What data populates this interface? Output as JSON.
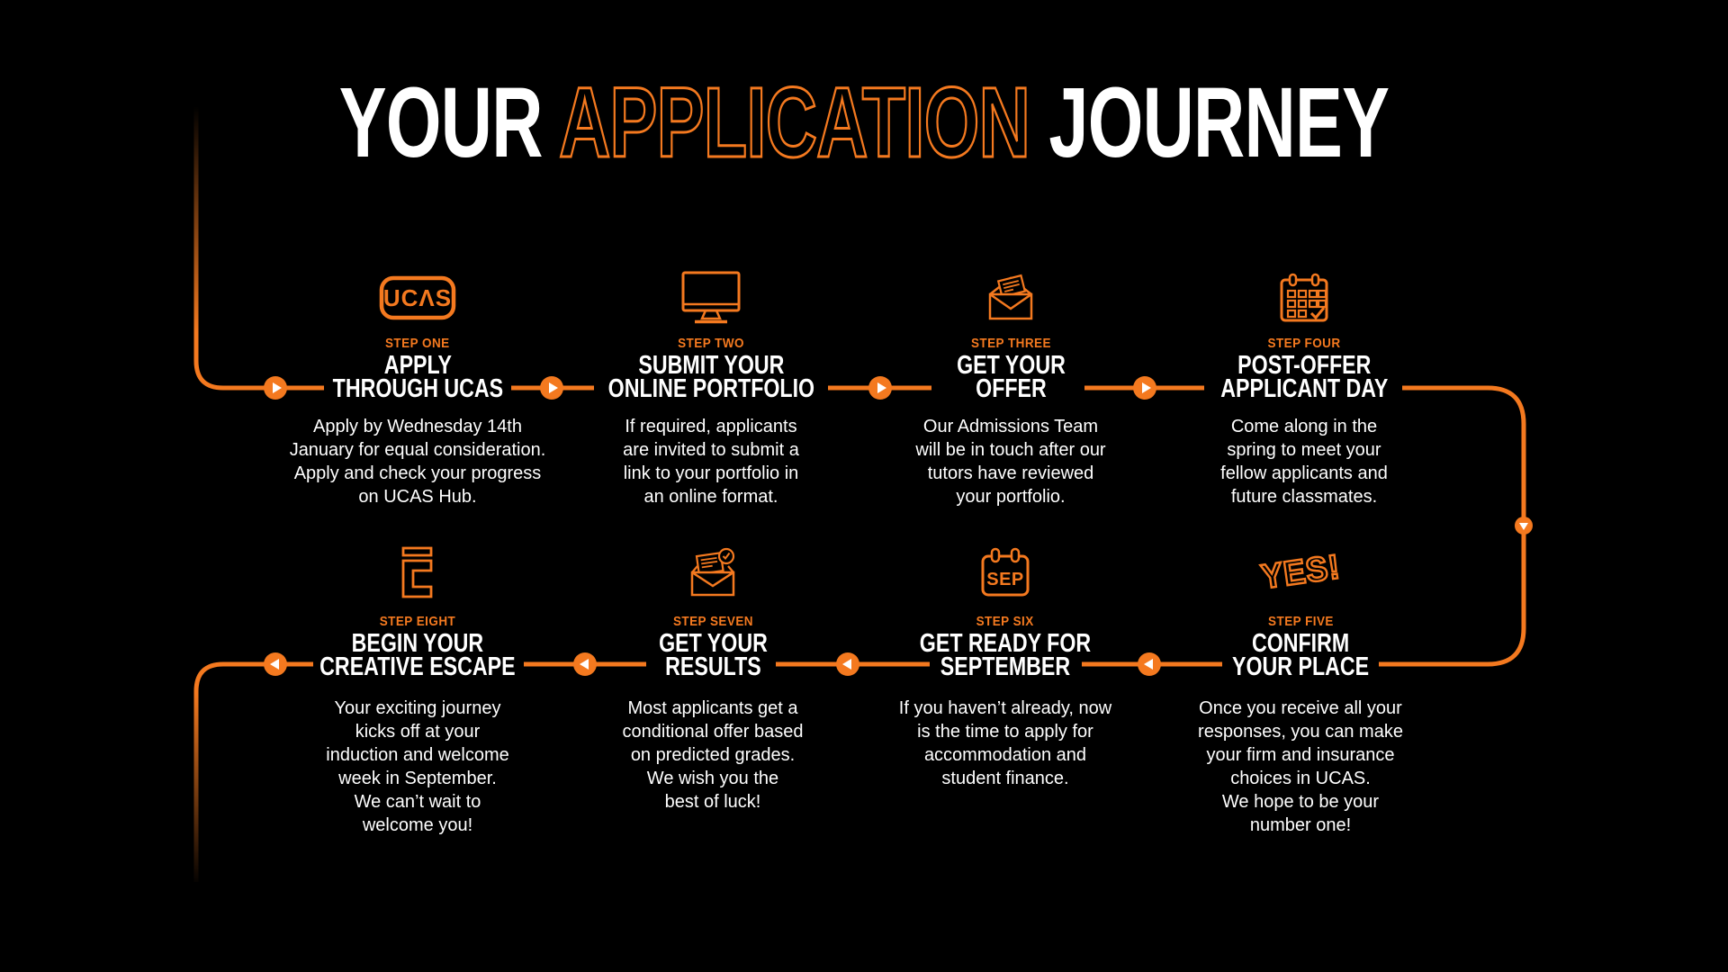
{
  "title": {
    "word1": "YOUR",
    "word2": "APPLICATION",
    "word3": "JOURNEY"
  },
  "colors": {
    "accent": "#F4791F",
    "background": "#000000",
    "text": "#FFFFFF"
  },
  "steps": [
    {
      "label": "STEP ONE",
      "title": "APPLY\nTHROUGH UCAS",
      "description": "Apply by Wednesday 14th\nJanuary for equal consideration.\nApply and check your progress\non UCAS Hub.",
      "icon": "ucas-logo-icon",
      "icon_text": "UCΛS"
    },
    {
      "label": "STEP TWO",
      "title": "SUBMIT YOUR\nONLINE PORTFOLIO",
      "description": "If required, applicants\nare invited to submit a\nlink to your portfolio in\nan online format.",
      "icon": "monitor-icon"
    },
    {
      "label": "STEP THREE",
      "title": "GET YOUR\nOFFER",
      "description": "Our Admissions Team\nwill be in touch after our\ntutors have reviewed\nyour portfolio.",
      "icon": "offer-envelope-icon"
    },
    {
      "label": "STEP FOUR",
      "title": "POST-OFFER\nAPPLICANT DAY",
      "description": "Come along in the\nspring to meet your\nfellow applicants and\nfuture classmates.",
      "icon": "calendar-check-icon"
    },
    {
      "label": "STEP FIVE",
      "title": "CONFIRM\nYOUR PLACE",
      "description": "Once you receive all your\nresponses, you can make\nyour firm and insurance\nchoices in UCAS.\nWe hope to be your\nnumber one!",
      "icon": "yes-icon",
      "icon_text": "YES!"
    },
    {
      "label": "STEP SIX",
      "title": "GET READY FOR\nSEPTEMBER",
      "description": "If you haven’t already, now\nis the time to apply for\naccommodation and\nstudent finance.",
      "icon": "calendar-sep-icon",
      "icon_text": "SEP"
    },
    {
      "label": "STEP SEVEN",
      "title": "GET YOUR\nRESULTS",
      "description": "Most applicants get a\nconditional offer based\non predicted grades.\nWe wish you the\nbest of luck!",
      "icon": "results-envelope-icon"
    },
    {
      "label": "STEP EIGHT",
      "title": "BEGIN YOUR\nCREATIVE ESCAPE",
      "description": "Your exciting journey\nkicks off at your\ninduction and welcome\nweek in September.\nWe can’t wait to\nwelcome you!",
      "icon": "creative-escape-logo-icon"
    }
  ]
}
